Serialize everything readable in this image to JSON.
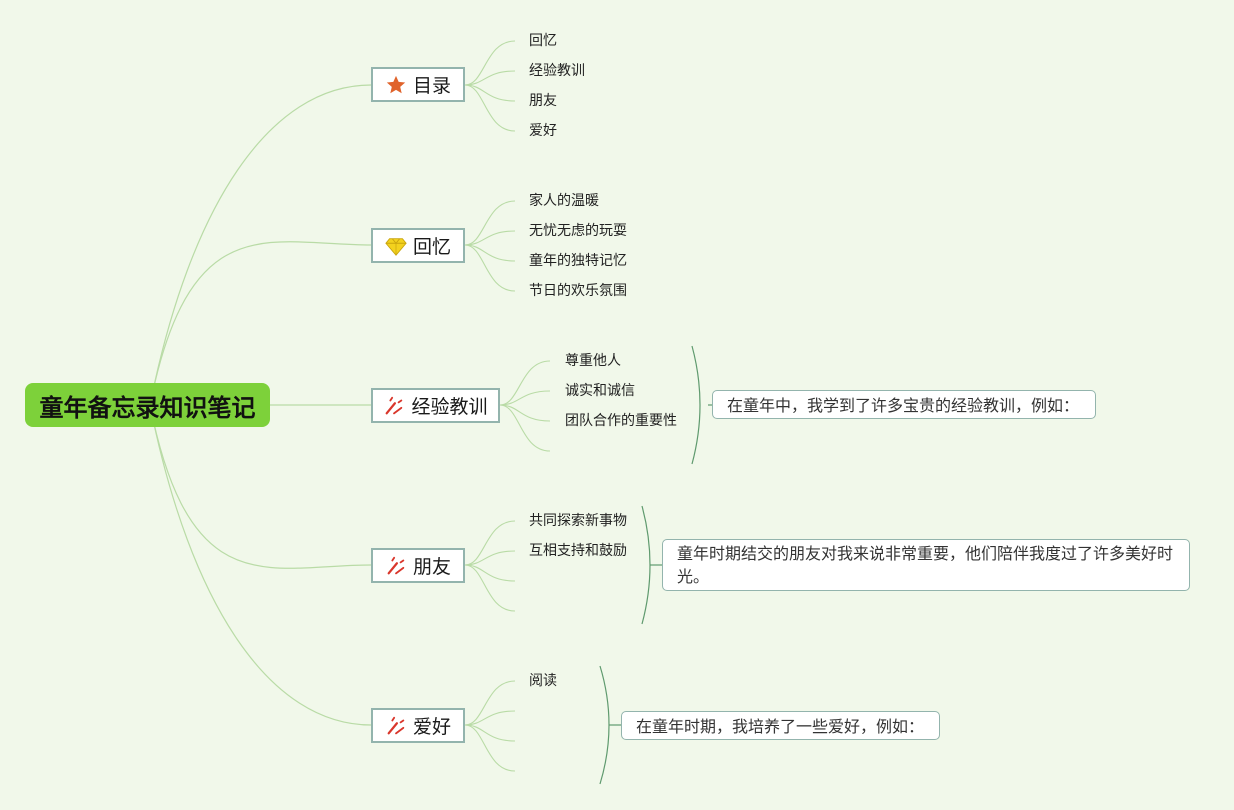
{
  "root": {
    "label": "童年备忘录知识笔记"
  },
  "branches": {
    "toc": {
      "label": "目录",
      "icon": "star-icon",
      "children": [
        "回忆",
        "经验教训",
        "朋友",
        "爱好"
      ]
    },
    "memory": {
      "label": "回忆",
      "icon": "diamond-icon",
      "children": [
        "家人的温暖",
        "无忧无虑的玩耍",
        "童年的独特记忆",
        "节日的欢乐氛围"
      ]
    },
    "lessons": {
      "label": "经验教训",
      "icon": "celebration-icon",
      "children": [
        "尊重他人",
        "诚实和诚信",
        "团队合作的重要性",
        ""
      ],
      "note": "在童年中，我学到了许多宝贵的经验教训，例如："
    },
    "friends": {
      "label": "朋友",
      "icon": "celebration-icon",
      "children": [
        "共同探索新事物",
        "互相支持和鼓励",
        "",
        ""
      ],
      "note": "童年时期结交的朋友对我来说非常重要，他们陪伴我度过了许多美好时光。"
    },
    "hobbies": {
      "label": "爱好",
      "icon": "celebration-icon",
      "children": [
        "阅读",
        "",
        "",
        ""
      ],
      "note": "在童年时期，我培养了一些爱好，例如："
    }
  },
  "colors": {
    "background": "#f1f8ea",
    "root": "#7dd13a",
    "border": "#93b4ad",
    "link": "#b9dba6",
    "bracket": "#5f9a6e",
    "star": "#e0632b",
    "diamond": "#f3d21e",
    "celebration": "#d9362b"
  }
}
